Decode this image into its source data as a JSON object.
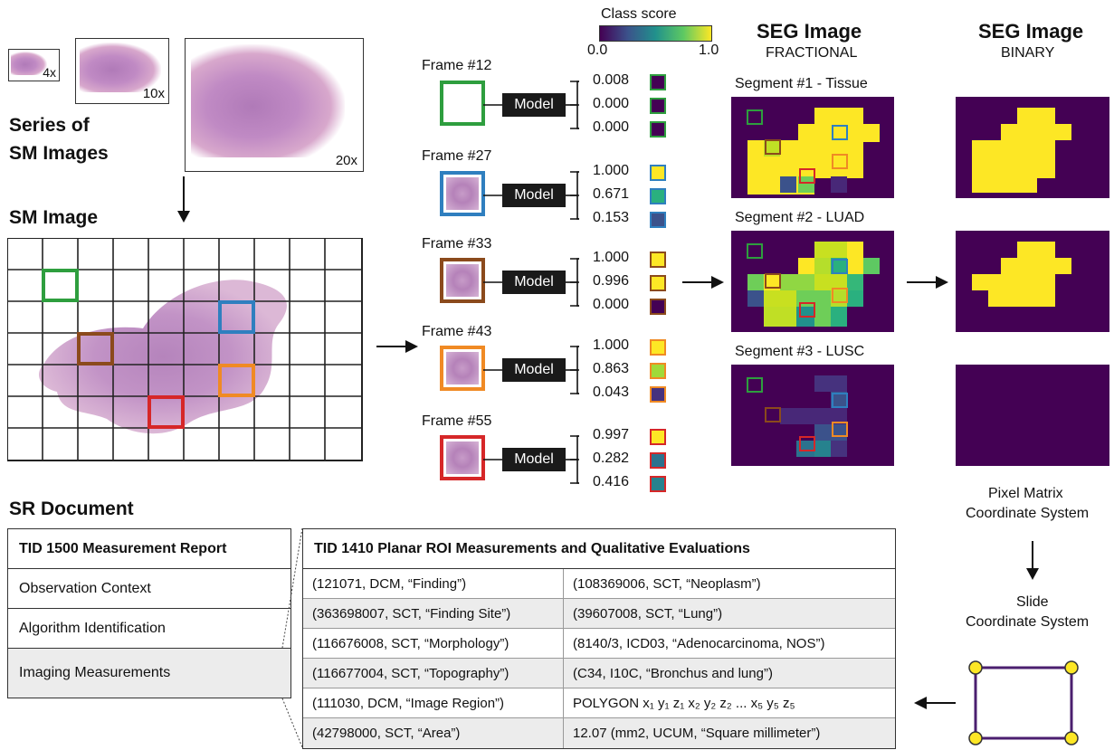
{
  "series": {
    "title_line1": "Series of",
    "title_line2": "SM Images",
    "zoom_labels": [
      "4x",
      "10x",
      "20x"
    ]
  },
  "sm_image": {
    "title": "SM Image"
  },
  "colorbar": {
    "title": "Class score",
    "min_label": "0.0",
    "max_label": "1.0"
  },
  "model_label": "Model",
  "frames": [
    {
      "label": "Frame #12",
      "color": "#2e9e3e",
      "scores": [
        "0.008",
        "0.000",
        "0.000"
      ],
      "swatches": [
        "#440154",
        "#440154",
        "#440154"
      ]
    },
    {
      "label": "Frame #27",
      "color": "#2f7fbf",
      "scores": [
        "1.000",
        "0.671",
        "0.153"
      ],
      "swatches": [
        "#fde725",
        "#2ab07f",
        "#3b528b"
      ]
    },
    {
      "label": "Frame #33",
      "color": "#8b4a1c",
      "scores": [
        "1.000",
        "0.996",
        "0.000"
      ],
      "swatches": [
        "#fde725",
        "#fde725",
        "#440154"
      ]
    },
    {
      "label": "Frame #43",
      "color": "#f08a24",
      "scores": [
        "1.000",
        "0.863",
        "0.043"
      ],
      "swatches": [
        "#fde725",
        "#a0da39",
        "#46327e"
      ]
    },
    {
      "label": "Frame #55",
      "color": "#d62728",
      "scores": [
        "0.997",
        "0.282",
        "0.416"
      ],
      "swatches": [
        "#fde725",
        "#2c728e",
        "#26828e"
      ]
    }
  ],
  "seg_fractional": {
    "title": "SEG Image",
    "subtitle": "FRACTIONAL",
    "segments": [
      "Segment #1 - Tissue",
      "Segment #2 - LUAD",
      "Segment #3 - LUSC"
    ]
  },
  "seg_binary": {
    "title": "SEG Image",
    "subtitle": "BINARY"
  },
  "coords": {
    "pixel_line1": "Pixel Matrix",
    "pixel_line2": "Coordinate System",
    "slide_line1": "Slide",
    "slide_line2": "Coordinate System"
  },
  "sr": {
    "title": "SR Document",
    "tid1500_items": [
      "TID 1500 Measurement Report",
      "Observation Context",
      "Algorithm Identification",
      "Imaging Measurements"
    ],
    "tid1410_title": "TID 1410 Planar ROI Measurements and Qualitative Evaluations",
    "rows": [
      [
        "(121071, DCM, “Finding”)",
        "(108369006, SCT, “Neoplasm”)"
      ],
      [
        "(363698007, SCT, “Finding Site”)",
        "(39607008, SCT, “Lung”)"
      ],
      [
        "(116676008, SCT, “Morphology”)",
        "(8140/3, ICD03, “Adenocarcinoma, NOS”)"
      ],
      [
        "(116677004, SCT, “Topography”)",
        "(C34, I10C, “Bronchus and lung”)"
      ],
      [
        "(111030, DCM, “Image Region”)",
        "POLYGON   x₁ y₁ z₁  x₂ y₂ z₂  ...  x₅ y₅ z₅"
      ],
      [
        "(42798000, SCT, “Area”)",
        "12.07 (mm2, UCUM, “Square millimeter”)"
      ]
    ]
  }
}
